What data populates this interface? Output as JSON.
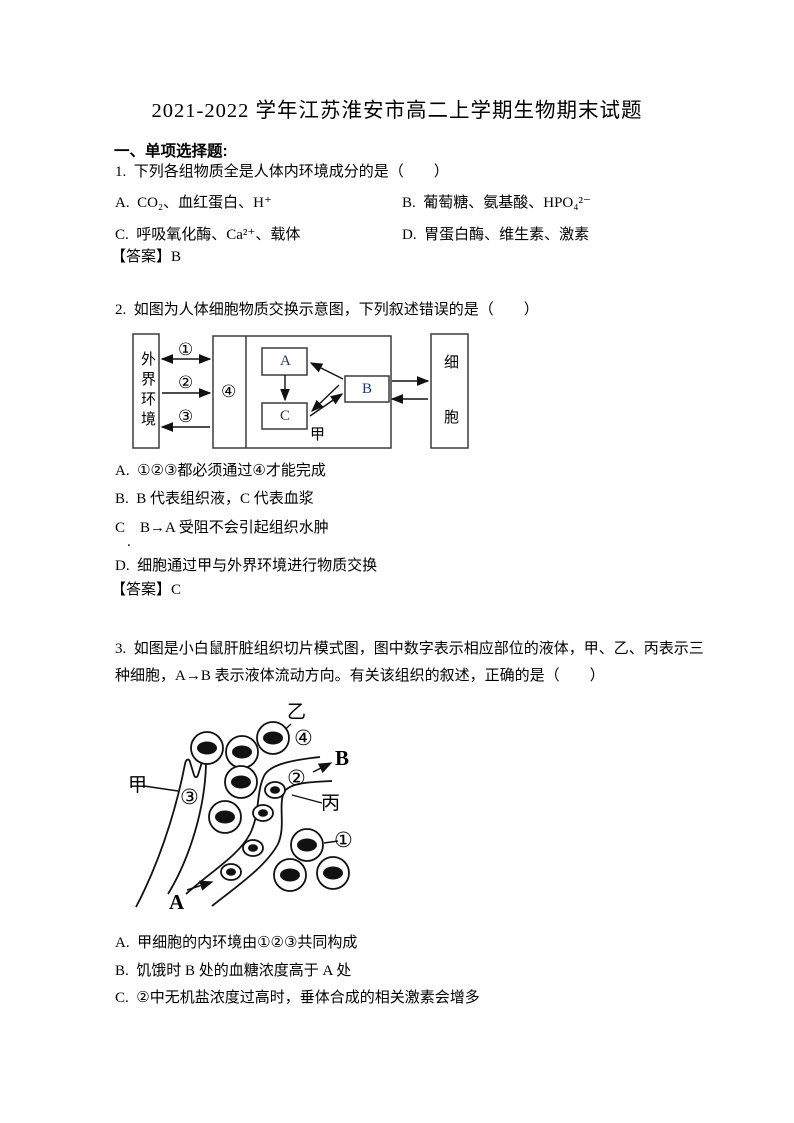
{
  "doc": {
    "title": "2021-2022 学年江苏淮安市高二上学期生物期末试题",
    "section": "一、单项选择题:"
  },
  "q1": {
    "stem": "1.  下列各组物质全是人体内环境成分的是（　　）",
    "options": {
      "a": "A.  CO₂、血红蛋白、H⁺",
      "b": "B.  葡萄糖、氨基酸、HPO₄²⁻",
      "c": "C.  呼吸氧化酶、Ca²⁺、载体",
      "d": "D.  胃蛋白酶、维生素、激素"
    },
    "answer": "【答案】B"
  },
  "q2": {
    "stem": "2.  如图为人体细胞物质交换示意图，下列叙述错误的是（　　）",
    "diagram": {
      "outer_left": "外界环境",
      "outer_right": "细胞",
      "num1": "①",
      "num2": "②",
      "num3": "③",
      "num4": "④",
      "box_a": "A",
      "box_b": "B",
      "box_c": "C",
      "label_jia": "甲"
    },
    "options": {
      "a": "A.  ①②③都必须通过④才能完成",
      "b": "B.  B 代表组织液，C 代表血浆",
      "c": "C    B→A 受阻不会引起组织水肿",
      "c_period": ".",
      "d": "D.  细胞通过甲与外界环境进行物质交换"
    },
    "answer": "【答案】C"
  },
  "q3": {
    "stem_line1": "3.  如图是小白鼠肝脏组织切片模式图，图中数字表示相应部位的液体，甲、乙、丙表示三",
    "stem_line2": "种细胞，A→B 表示液体流动方向。有关该组织的叙述，正确的是（　　）",
    "diagram": {
      "label_jia": "甲",
      "label_yi": "乙",
      "label_bing": "丙",
      "label_a": "A",
      "label_b": "B",
      "num1": "①",
      "num2": "②",
      "num3": "③",
      "num4": "④"
    },
    "options": {
      "a": "A.  甲细胞的内环境由①②③共同构成",
      "b": "B.  饥饿时 B 处的血糖浓度高于 A 处",
      "c": "C.  ②中无机盐浓度过高时，垂体合成的相关激素会增多"
    }
  }
}
